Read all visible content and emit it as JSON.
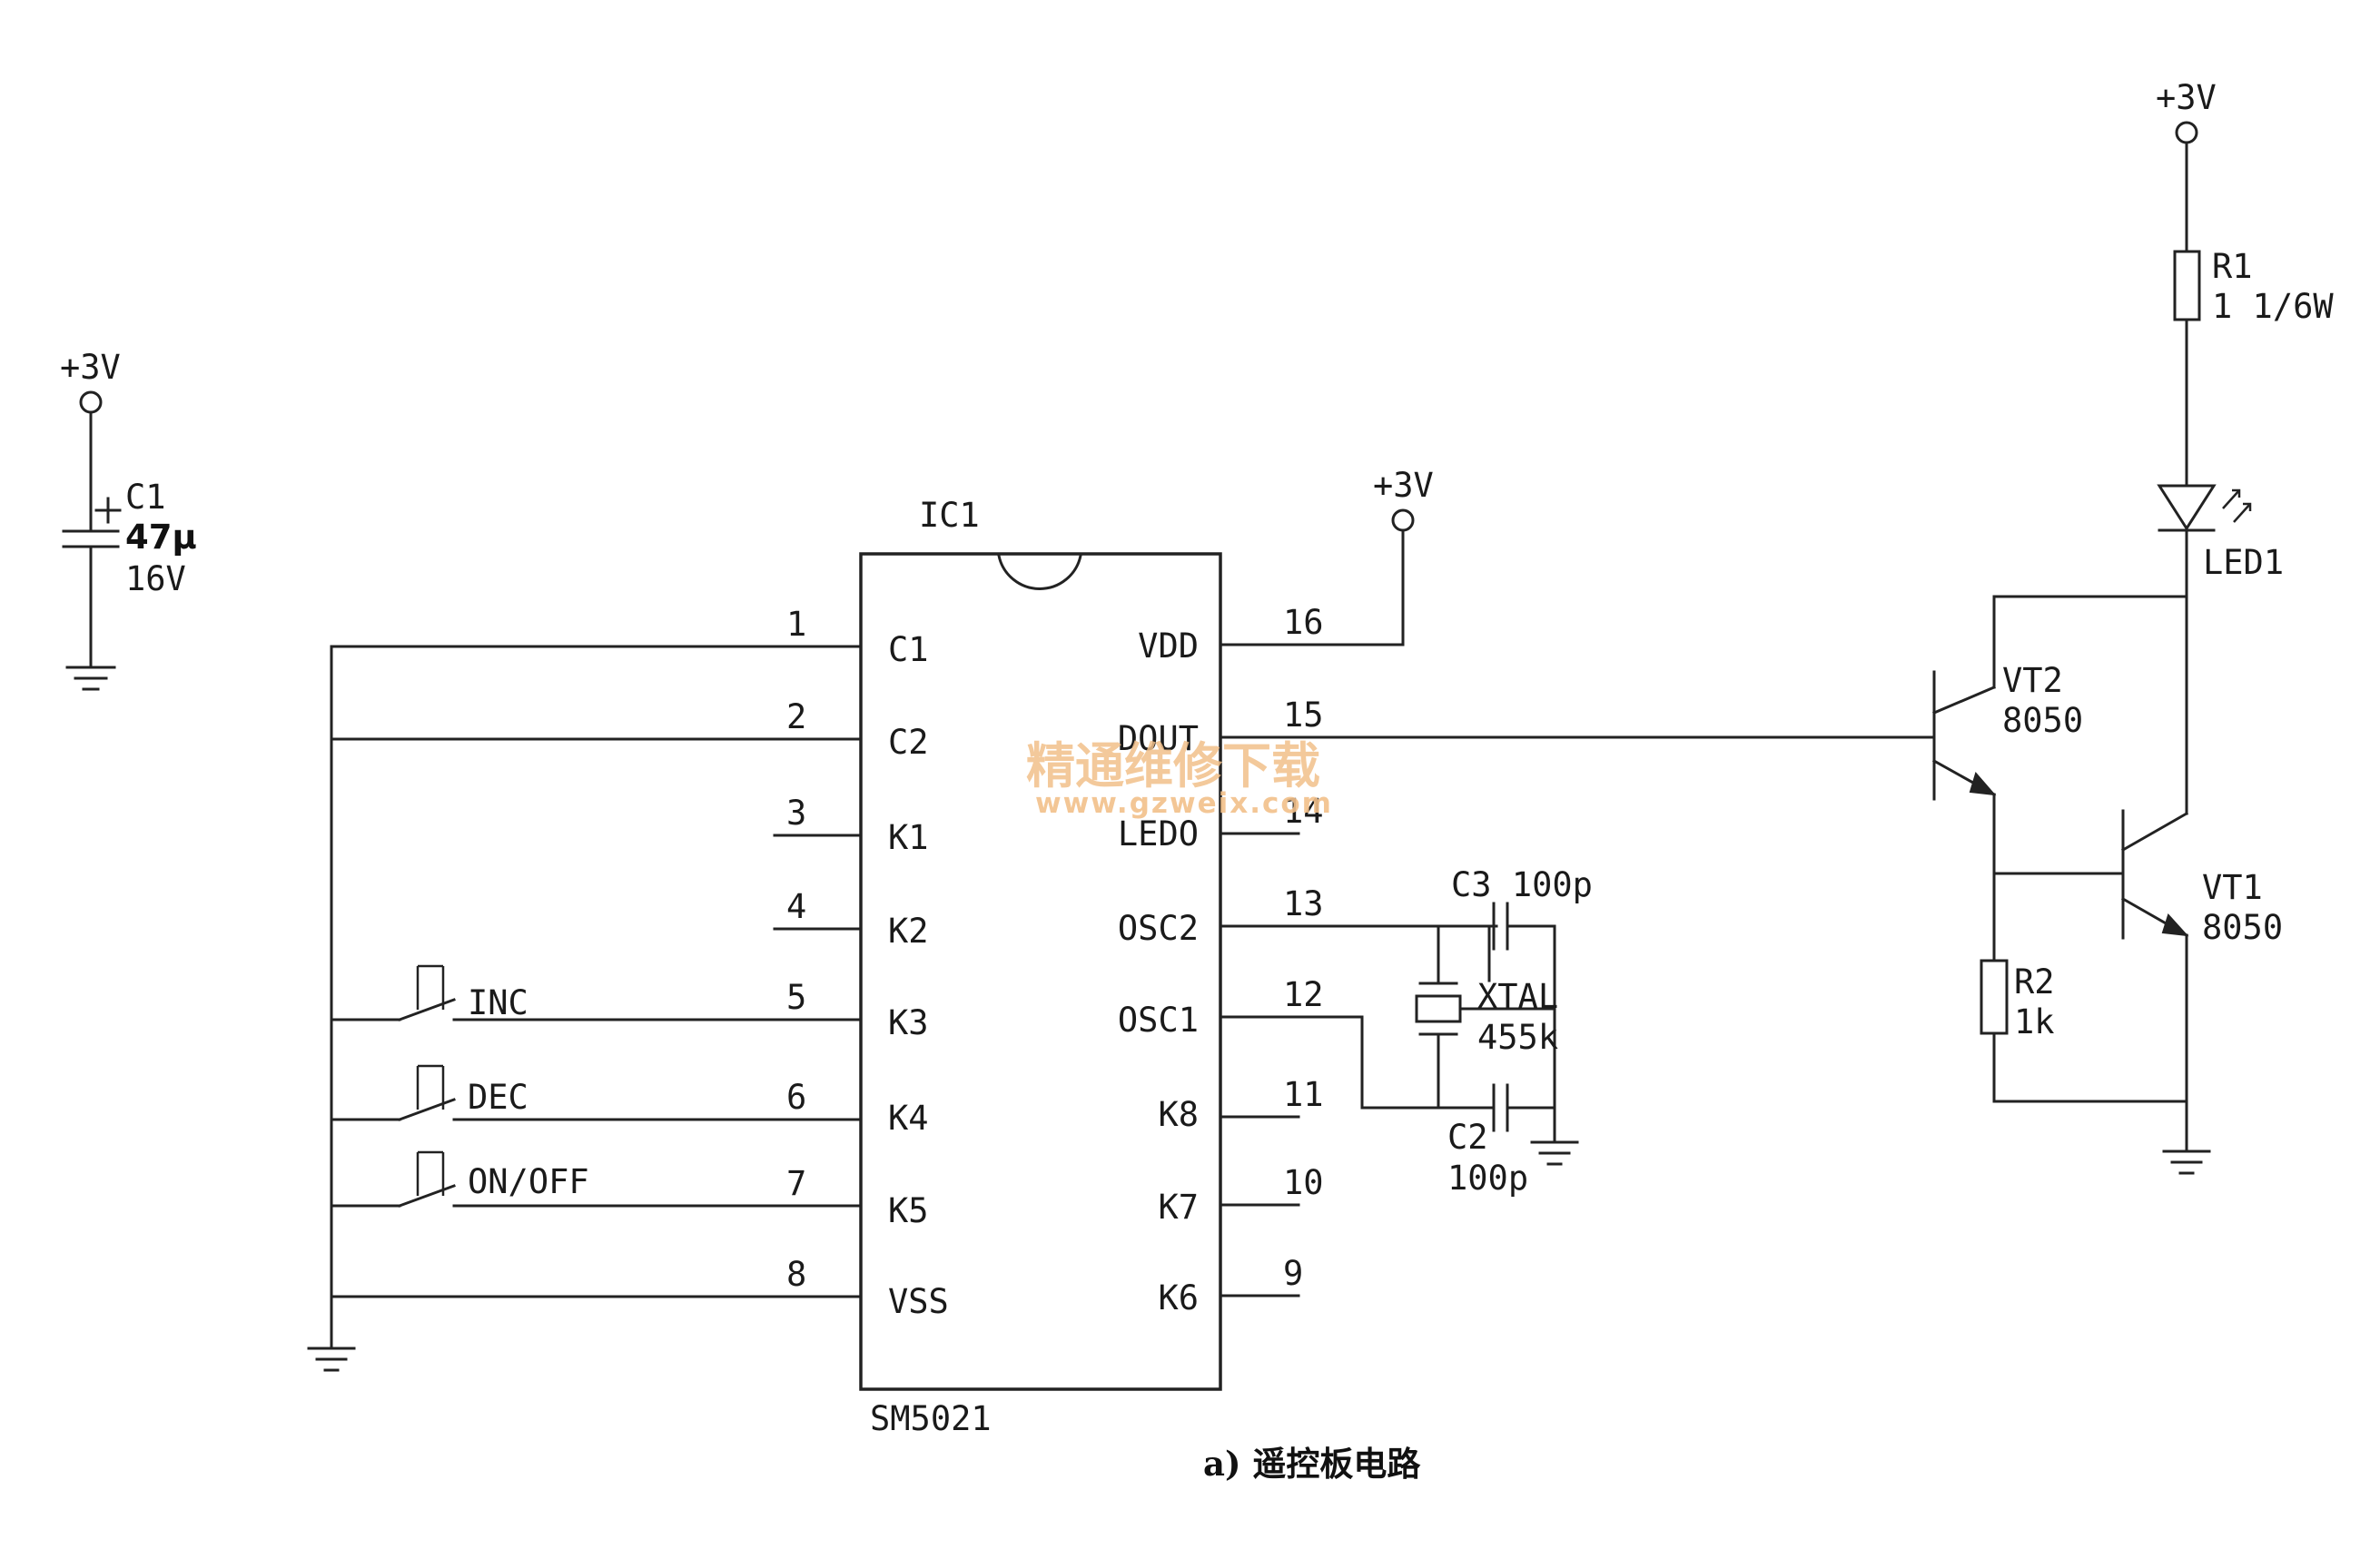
{
  "labels": {
    "vcc": "+3V",
    "c1_name": "C1",
    "c1_value": "47μ",
    "c1_voltage": "16V",
    "ic_ref": "IC1",
    "ic_part": "SM5021",
    "r1_name": "R1",
    "r1_value": "1 1/6W",
    "led_name": "LED1",
    "vt2_name": "VT2",
    "vt2_part": "8050",
    "vt1_name": "VT1",
    "vt1_part": "8050",
    "r2_name": "R2",
    "r2_value": "1k",
    "c3": "C3 100p",
    "xtal_name": "XTAL",
    "xtal_value": "455k",
    "c2_name": "C2",
    "c2_value": "100p",
    "sw_inc": "INC",
    "sw_dec": "DEC",
    "sw_onoff": "ON/OFF",
    "caption": "a) 遥控板电路"
  },
  "ic_pins_left": [
    {
      "num": "1",
      "name": "C1"
    },
    {
      "num": "2",
      "name": "C2"
    },
    {
      "num": "3",
      "name": "K1"
    },
    {
      "num": "4",
      "name": "K2"
    },
    {
      "num": "5",
      "name": "K3"
    },
    {
      "num": "6",
      "name": "K4"
    },
    {
      "num": "7",
      "name": "K5"
    },
    {
      "num": "8",
      "name": "VSS"
    }
  ],
  "ic_pins_right": [
    {
      "num": "16",
      "name": "VDD"
    },
    {
      "num": "15",
      "name": "DOUT"
    },
    {
      "num": "14",
      "name": "LEDO"
    },
    {
      "num": "13",
      "name": "OSC2"
    },
    {
      "num": "12",
      "name": "OSC1"
    },
    {
      "num": "11",
      "name": "K8"
    },
    {
      "num": "10",
      "name": "K7"
    },
    {
      "num": "9",
      "name": "K6"
    }
  ],
  "watermark": {
    "text": "精通维修下载",
    "url": "www.gzweix.com"
  }
}
